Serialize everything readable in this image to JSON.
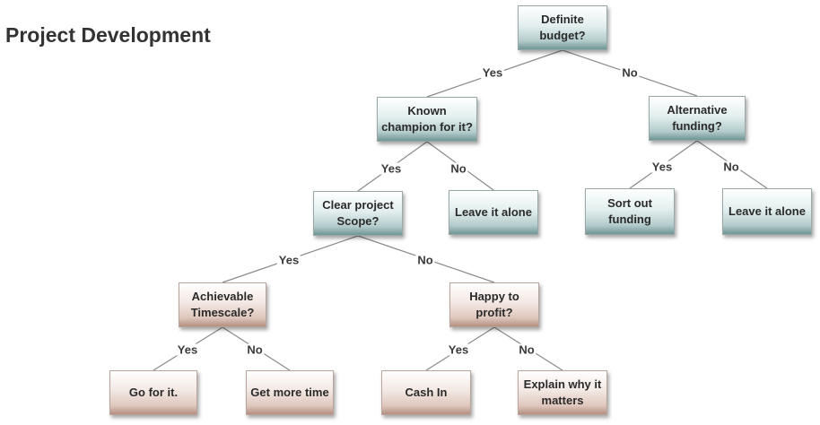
{
  "title": "Project Development",
  "nodes": {
    "budget": {
      "label": "Definite budget?"
    },
    "champion": {
      "label": "Known champion for it?"
    },
    "alt_funding": {
      "label": "Alternative funding?"
    },
    "scope": {
      "label": "Clear project Scope?"
    },
    "leave1": {
      "label": "Leave it alone"
    },
    "sort_funding": {
      "label": "Sort out funding"
    },
    "leave2": {
      "label": "Leave it alone"
    },
    "timescale": {
      "label": "Achievable Timescale?"
    },
    "profit": {
      "label": "Happy to profit?"
    },
    "go": {
      "label": "Go for it."
    },
    "more_time": {
      "label": "Get more time"
    },
    "cash_in": {
      "label": "Cash In"
    },
    "explain": {
      "label": "Explain why it matters"
    }
  },
  "edges": [
    {
      "from": "budget",
      "to": "champion",
      "label": "Yes"
    },
    {
      "from": "budget",
      "to": "alt_funding",
      "label": "No"
    },
    {
      "from": "champion",
      "to": "scope",
      "label": "Yes"
    },
    {
      "from": "champion",
      "to": "leave1",
      "label": "No"
    },
    {
      "from": "alt_funding",
      "to": "sort_funding",
      "label": "Yes"
    },
    {
      "from": "alt_funding",
      "to": "leave2",
      "label": "No"
    },
    {
      "from": "scope",
      "to": "timescale",
      "label": "Yes"
    },
    {
      "from": "scope",
      "to": "profit",
      "label": "No"
    },
    {
      "from": "timescale",
      "to": "go",
      "label": "Yes"
    },
    {
      "from": "timescale",
      "to": "more_time",
      "label": "No"
    },
    {
      "from": "profit",
      "to": "cash_in",
      "label": "Yes"
    },
    {
      "from": "profit",
      "to": "explain",
      "label": "No"
    }
  ],
  "colors": {
    "decision": "#b5cccc",
    "outcome": "#dfc7bd"
  }
}
